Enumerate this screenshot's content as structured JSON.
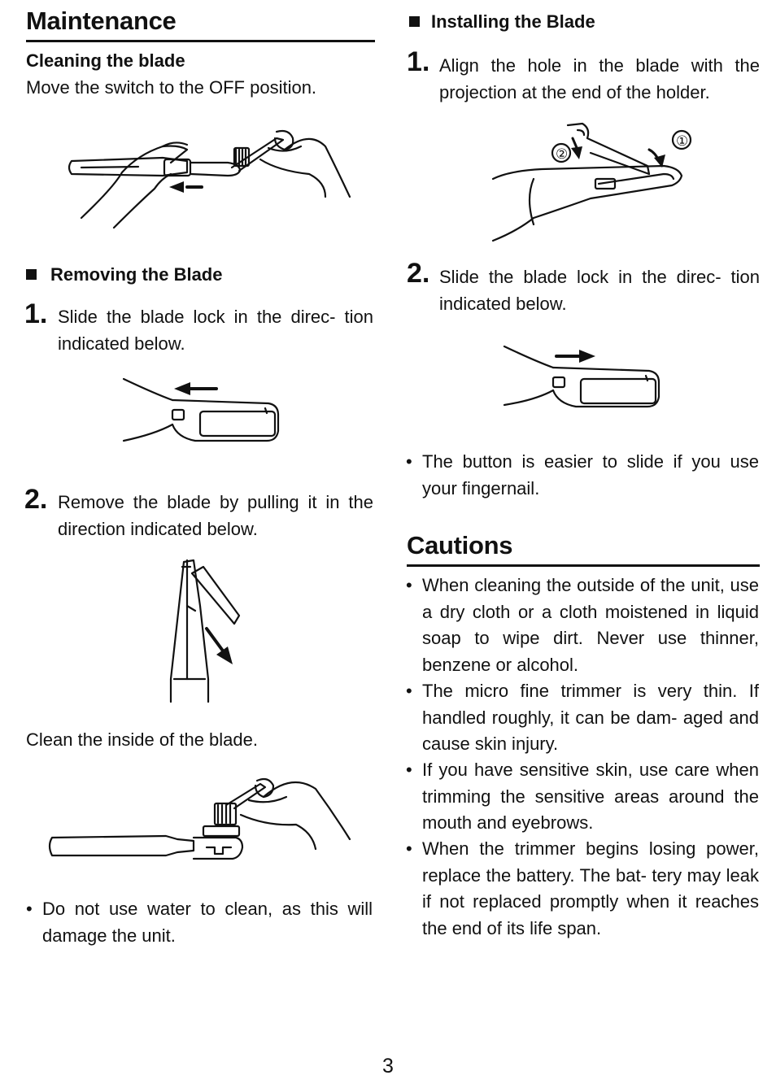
{
  "left": {
    "heading": "Maintenance",
    "cleaning": {
      "title": "Cleaning the blade",
      "text": "Move the switch to the OFF position."
    },
    "removing": {
      "title": "Removing the Blade",
      "step1_num": "1.",
      "step1_text": "Slide the blade lock in the direc- tion indicated below.",
      "step2_num": "2.",
      "step2_text": "Remove the blade by pulling it in the direction indicated below."
    },
    "clean_inside": "Clean the inside of the blade.",
    "note": "Do not use water to clean, as this will damage the unit."
  },
  "right": {
    "installing": {
      "title": "Installing the Blade",
      "step1_num": "1.",
      "step1_text": "Align the hole in the blade with the projection at the end of the holder.",
      "label1": "①",
      "label2": "②",
      "step2_num": "2.",
      "step2_text": "Slide the blade lock in the direc- tion indicated below.",
      "tip": "The button is easier to slide if you use your fingernail."
    },
    "cautions": {
      "heading": "Cautions",
      "items": [
        "When cleaning the outside of the unit, use a dry cloth or a cloth moistened in liquid soap to wipe dirt. Never use thinner, benzene or alcohol.",
        "The micro fine trimmer is very thin. If handled roughly, it can be dam- aged and cause skin injury.",
        "If you have sensitive skin, use care when trimming the sensitive areas around the mouth and eyebrows.",
        "When the trimmer begins losing power, replace the battery. The bat- tery may leak if not replaced promptly when it reaches the end of its life span."
      ]
    }
  },
  "footer": {
    "page_number": "3"
  },
  "icons": {
    "fig_cleaning": "hand-brushing-blade-illustration",
    "fig_remove_lock": "slide-lock-left-illustration",
    "fig_remove_pull": "pull-blade-out-illustration",
    "fig_clean_inside": "brush-inside-blade-illustration",
    "fig_install_align": "align-blade-illustration",
    "fig_install_lock": "slide-lock-right-illustration"
  }
}
